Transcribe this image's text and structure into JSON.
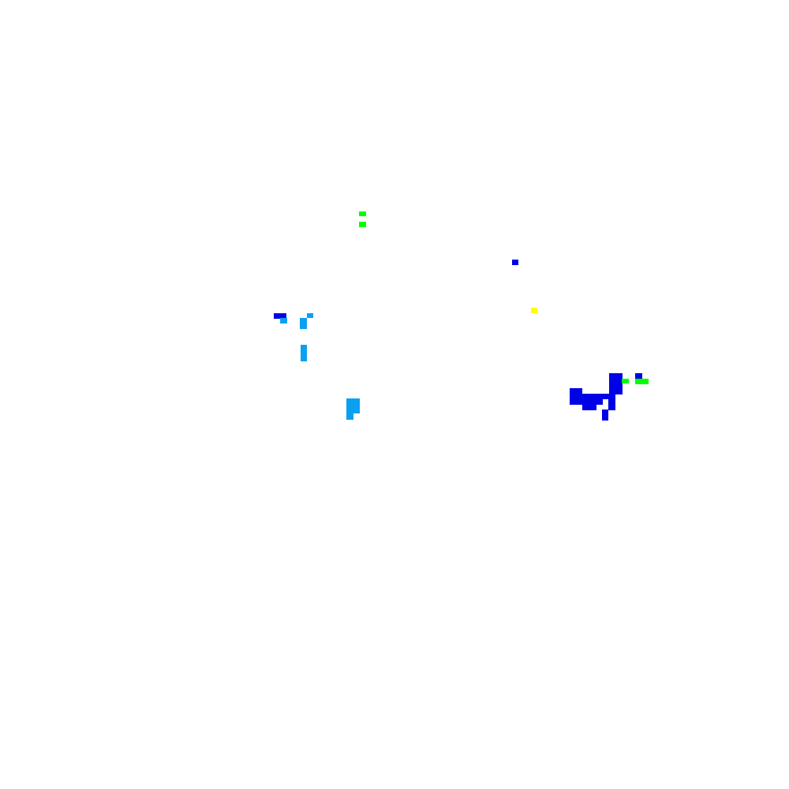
{
  "palette": {
    "background": "#ffffff",
    "green": "#00ff00",
    "dark_blue": "#0000e6",
    "light_blue": "#0aa0f0",
    "yellow": "#ffff00"
  },
  "clusters": [
    {
      "name": "green-marks-top",
      "color_key": "green"
    },
    {
      "name": "blue-dot-upper-right",
      "color_key": "dark_blue"
    },
    {
      "name": "yellow-dot",
      "color_key": "yellow"
    },
    {
      "name": "left-mixed-cluster",
      "color_key": "light_blue"
    },
    {
      "name": "light-blue-column",
      "color_key": "light_blue"
    },
    {
      "name": "light-blue-block",
      "color_key": "light_blue"
    },
    {
      "name": "right-blue-cluster",
      "color_key": "dark_blue"
    }
  ]
}
